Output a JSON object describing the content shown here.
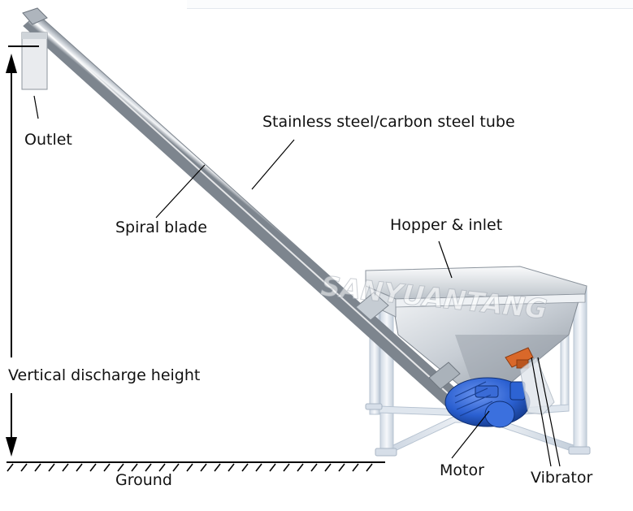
{
  "labels": {
    "outlet": "Outlet",
    "tube": "Stainless steel/carbon steel tube",
    "spiral_blade": "Spiral blade",
    "hopper": "Hopper & inlet",
    "vertical_height": "Vertical discharge height",
    "motor": "Motor",
    "vibrator": "Vibrator",
    "ground": "Ground"
  },
  "watermark": "SANYUANTANG",
  "colors": {
    "steel_light": "#eef1f4",
    "steel_mid": "#b9c0c8",
    "steel_dark": "#7d858e",
    "frame": "#e6ecf4",
    "motor_blue": "#2a5fd0",
    "vibrator_orange": "#d9682a",
    "line": "#111111"
  }
}
